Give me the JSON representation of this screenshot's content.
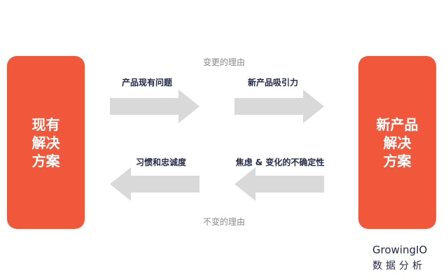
{
  "left_box": {
    "label": "现有\n解决\n方案"
  },
  "right_box": {
    "label": "新产品\n解决\n方案"
  },
  "top_section": {
    "label": "变更的理由"
  },
  "bottom_section": {
    "label": "不变的理由"
  },
  "arrows": [
    {
      "label": "产品现有问题",
      "direction": "right"
    },
    {
      "label": "新产品吸引力",
      "direction": "right"
    },
    {
      "label": "习惯和忠诚度",
      "direction": "left"
    },
    {
      "label": "焦虑 & 变化的不确定性",
      "direction": "left"
    }
  ],
  "logo": {
    "brand": "GrowingIO",
    "subtitle": "数据分析"
  },
  "colors": {
    "box": "#f0573b",
    "arrow": "#d9d9d9",
    "text": "#222a48",
    "muted": "#8a8a8a"
  }
}
